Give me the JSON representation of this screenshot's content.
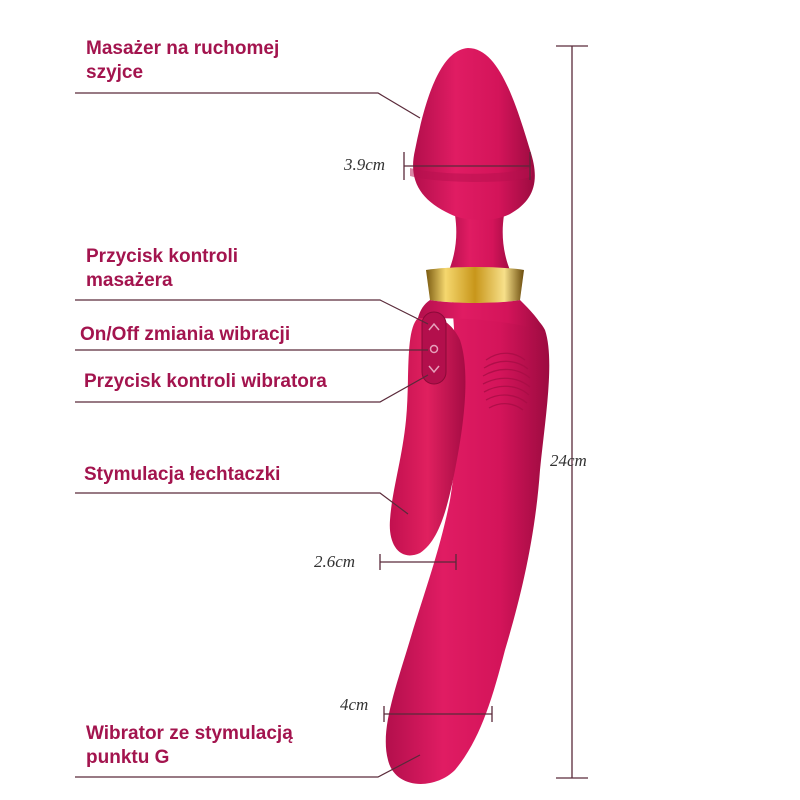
{
  "labels": {
    "neck_massager_line1": "Masażer na ruchomej",
    "neck_massager_line2": "szyjce",
    "massager_button_line1": "Przycisk kontroli",
    "massager_button_line2": "masażera",
    "onoff": "On/Off zmiania wibracji",
    "vibrator_button": "Przycisk kontroli wibratora",
    "clit_stim": "Stymulacja łechtaczki",
    "gspot_line1": "Wibrator ze stymulacją",
    "gspot_line2": "punktu G"
  },
  "dimensions": {
    "head_width": "3.9cm",
    "total_length": "24cm",
    "arm_width": "2.6cm",
    "shaft_width": "4cm"
  },
  "colors": {
    "body": "#d4145a",
    "body_dark": "#a80d45",
    "label_text": "#a3144e",
    "leader_line": "#5a2a3a",
    "gold_band": "#d9a520"
  }
}
